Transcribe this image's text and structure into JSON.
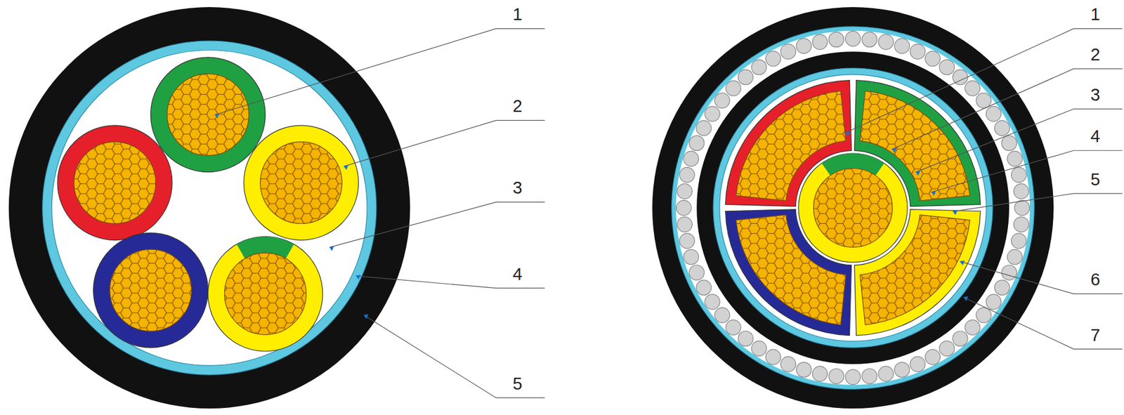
{
  "diagram": {
    "labels": [
      "1",
      "2",
      "3",
      "4",
      "5",
      "1",
      "2",
      "3",
      "4",
      "5",
      "6",
      "7"
    ]
  }
}
